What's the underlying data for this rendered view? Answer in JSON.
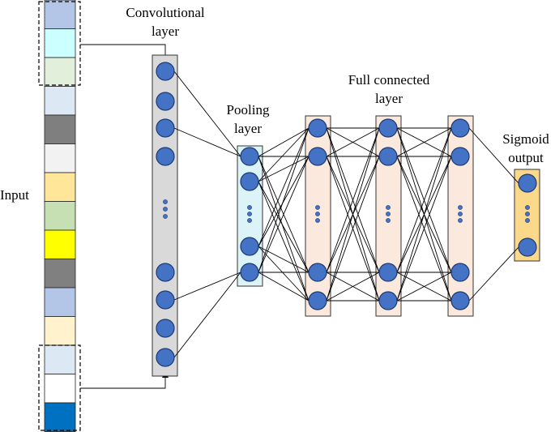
{
  "labels": {
    "input": "Input",
    "conv_line1": "Convolutional",
    "conv_line2": "layer",
    "pool_line1": "Pooling",
    "pool_line2": "layer",
    "fc_line1": "Full connected",
    "fc_line2": "layer",
    "sig_line1": "Sigmoid",
    "sig_line2": "output"
  },
  "colors": {
    "input_cells": [
      "#b4c6e7",
      "#ccffff",
      "#e2efda",
      "#dde8f5",
      "#7f7f7f",
      "#f2f2f2",
      "#ffe699",
      "#c6e0b4",
      "#ffff00",
      "#808080",
      "#b4c6e7",
      "#fff2cc",
      "#dde8f5",
      "#ffffff",
      "#0070c0"
    ],
    "conv_column": "#d9d9d9",
    "pool_column": "#dcf4f8",
    "fc_column": "#fbe9de",
    "sigmoid_column": "#fcd98a",
    "node": "#4472c4"
  }
}
